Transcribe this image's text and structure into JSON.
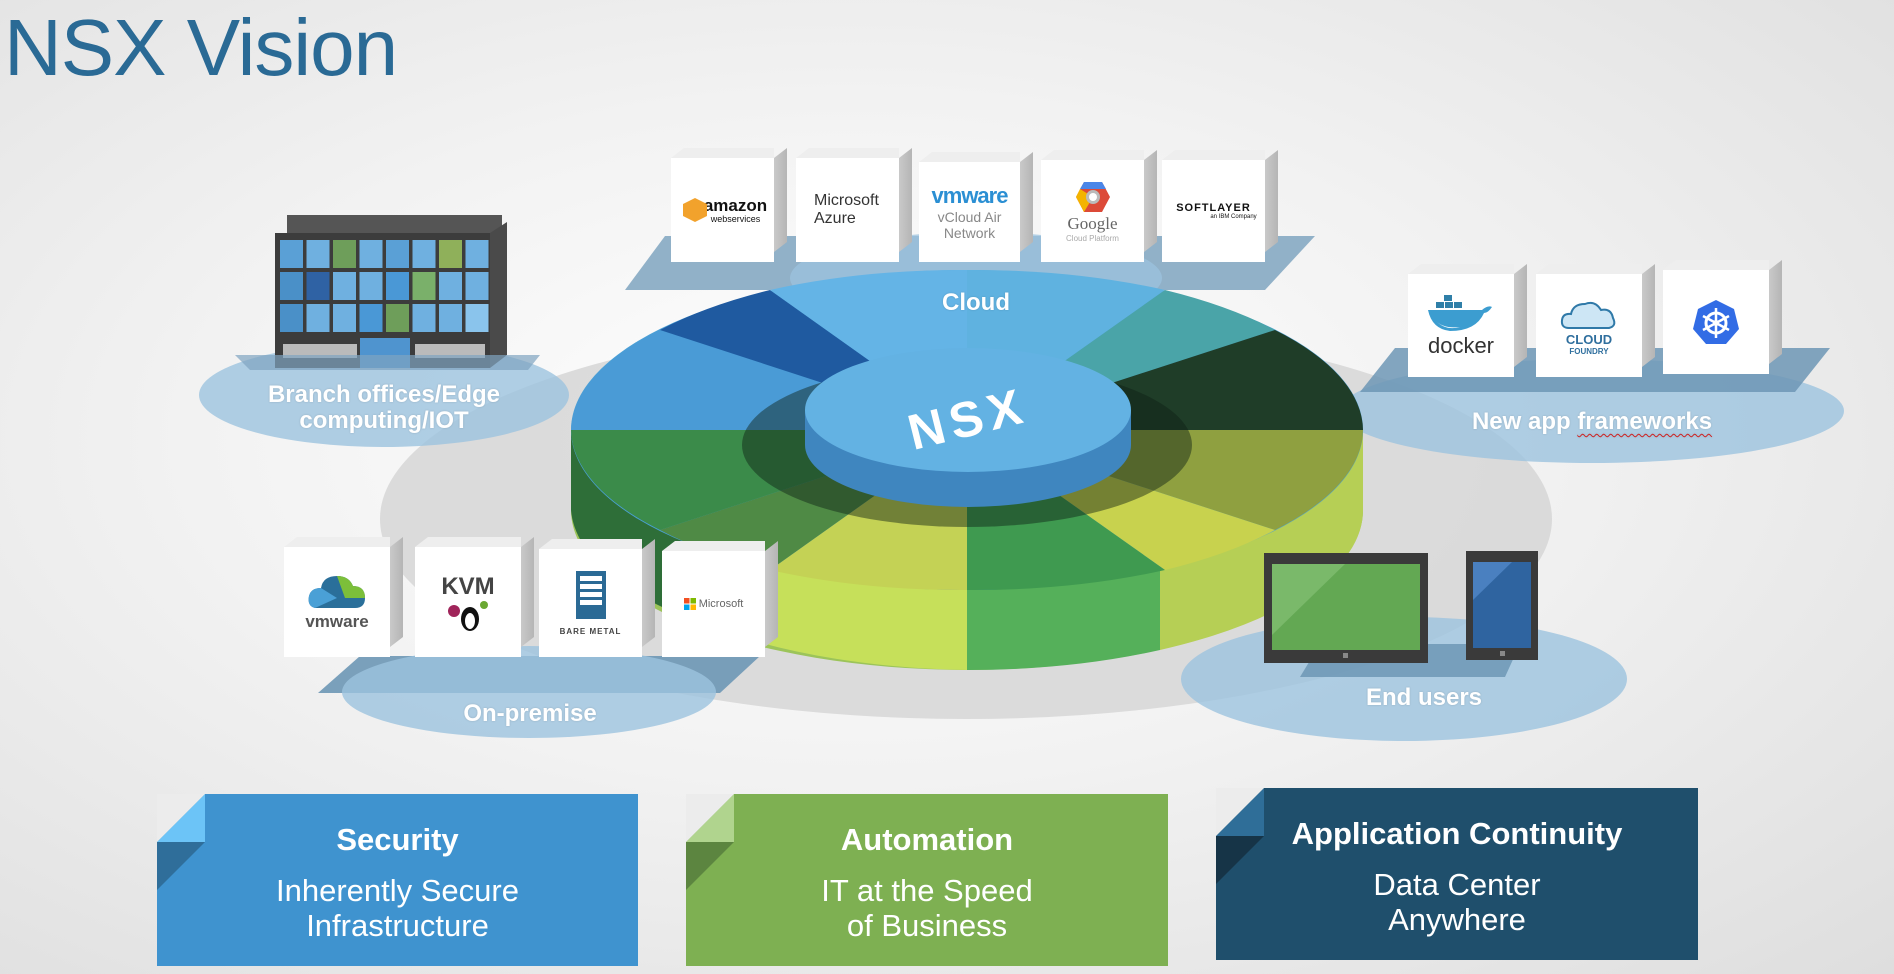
{
  "title": "NSX Vision",
  "hub": {
    "label": "NSX"
  },
  "groups": {
    "cloud": {
      "label": "Cloud",
      "tiles": [
        {
          "logo": "amazon-web-services-logo",
          "line1": "amazon",
          "line2": "webservices"
        },
        {
          "logo": "microsoft-azure-logo",
          "line1": "Microsoft",
          "line2": "Azure"
        },
        {
          "logo": "vmware-vcloud-air-logo",
          "brand": "vmware",
          "line1": "vCloud Air",
          "line2": "Network"
        },
        {
          "logo": "google-cloud-platform-logo",
          "line1": "Google",
          "line2": "Cloud Platform"
        },
        {
          "logo": "softlayer-logo",
          "line1": "SOFTLAYER",
          "line2": "an IBM Company"
        }
      ]
    },
    "branch": {
      "label_line1": "Branch offices/Edge",
      "label_line2": "computing/IOT"
    },
    "frameworks": {
      "label_prefix": "New app ",
      "label_flagged": "frameworks",
      "tiles": [
        {
          "logo": "docker-logo",
          "line1": "docker"
        },
        {
          "logo": "cloud-foundry-logo",
          "line1": "CLOUD",
          "line2": "FOUNDRY"
        },
        {
          "logo": "kubernetes-logo"
        }
      ]
    },
    "onpremise": {
      "label": "On-premise",
      "tiles": [
        {
          "logo": "vmware-logo",
          "line1": "vmware"
        },
        {
          "logo": "kvm-logo",
          "line1": "KVM"
        },
        {
          "logo": "bare-metal-logo",
          "line1": "BARE METAL"
        },
        {
          "logo": "microsoft-logo",
          "line1": "Microsoft"
        }
      ]
    },
    "endusers": {
      "label": "End users"
    }
  },
  "cards": [
    {
      "title": "Security",
      "line1": "Inherently Secure",
      "line2": "Infrastructure",
      "color": "#3f93cf",
      "fold_light": "#6cc4f7",
      "fold_dark": "#2f6e9a"
    },
    {
      "title": "Automation",
      "line1": "IT at the Speed",
      "line2": "of Business",
      "color": "#7eb052",
      "fold_light": "#b0d48e",
      "fold_dark": "#5c8540"
    },
    {
      "title": "Application Continuity",
      "line1": "Data Center",
      "line2": "Anywhere",
      "color": "#1f4f6c",
      "fold_light": "#2f6e98",
      "fold_dark": "#163447"
    }
  ]
}
